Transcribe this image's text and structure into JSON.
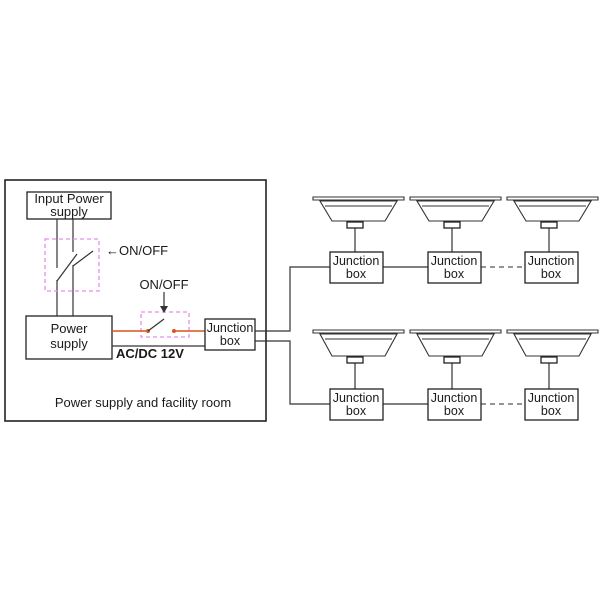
{
  "facility_room": {
    "caption": "Power supply and facility room",
    "input_power": {
      "line1": "Input Power",
      "line2": "supply"
    },
    "power_supply": {
      "line1": "Power",
      "line2": "supply"
    },
    "junction_box": {
      "line1": "Junction",
      "line2": "box"
    },
    "switch_label_main": "←ON/OFF",
    "switch_label_secondary": "ON/OFF",
    "voltage_label": "AC/DC 12V"
  },
  "light_groups": [
    {
      "lamps": [
        {
          "box_line1": "Junction",
          "box_line2": "box"
        },
        {
          "box_line1": "Junction",
          "box_line2": "box"
        },
        {
          "box_line1": "Junction",
          "box_line2": "box"
        }
      ]
    },
    {
      "lamps": [
        {
          "box_line1": "Junction",
          "box_line2": "box"
        },
        {
          "box_line1": "Junction",
          "box_line2": "box"
        },
        {
          "box_line1": "Junction",
          "box_line2": "box"
        }
      ]
    }
  ],
  "colors": {
    "switch_highlight": "#e38ee6",
    "switched_wire": "#d9541f",
    "line": "#333333"
  }
}
